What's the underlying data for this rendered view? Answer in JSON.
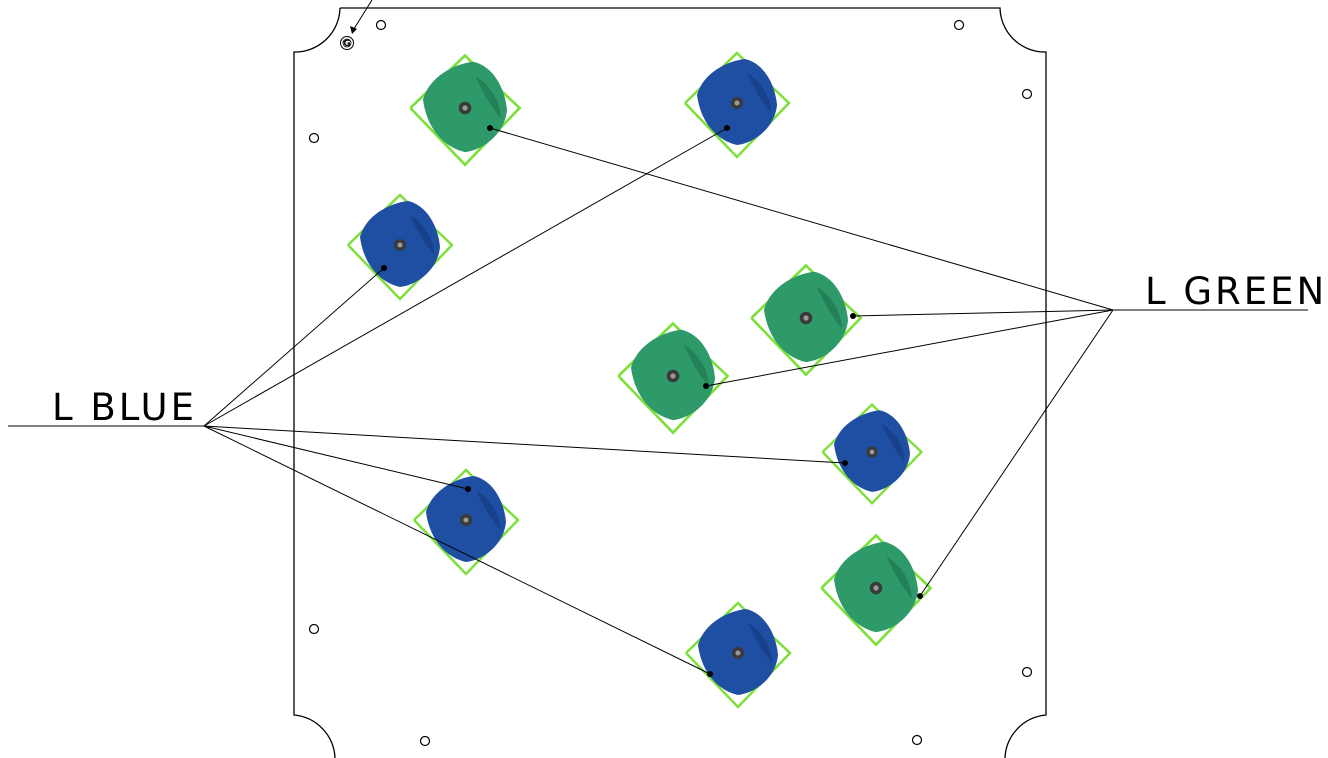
{
  "labels": {
    "blue": "L  BLUE",
    "green": "L  GREEN",
    "g_marker": "G"
  },
  "colors": {
    "blue_hold": "#1f4fa3",
    "blue_hold_dark": "#173d85",
    "green_hold": "#2e9a6a",
    "green_hold_dark": "#227a52",
    "outline": "#7ddf3a",
    "line": "#000000"
  },
  "holds": [
    {
      "id": "green-hold-1",
      "color": "green"
    },
    {
      "id": "blue-hold-1",
      "color": "blue"
    },
    {
      "id": "blue-hold-2",
      "color": "blue"
    },
    {
      "id": "green-hold-2",
      "color": "green"
    },
    {
      "id": "green-hold-3",
      "color": "green"
    },
    {
      "id": "blue-hold-3",
      "color": "blue"
    },
    {
      "id": "blue-hold-4",
      "color": "blue"
    },
    {
      "id": "green-hold-4",
      "color": "green"
    },
    {
      "id": "blue-hold-5",
      "color": "blue"
    }
  ]
}
